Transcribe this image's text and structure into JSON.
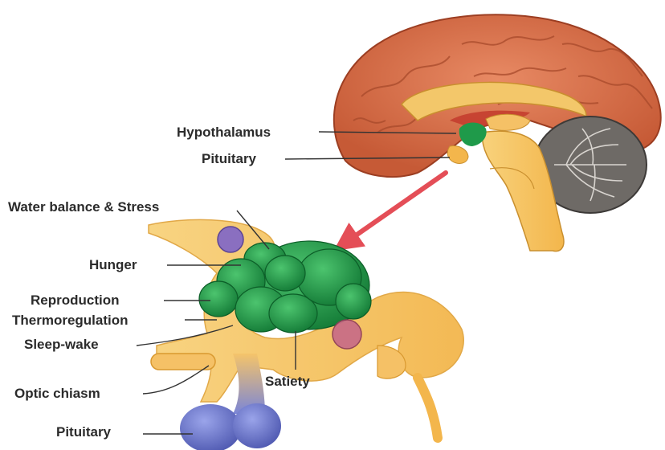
{
  "labels": {
    "hypothalamus": "Hypothalamus",
    "pituitary_top": "Pituitary",
    "water_balance_stress": "Water balance & Stress",
    "hunger": "Hunger",
    "reproduction": "Reproduction",
    "thermoregulation": "Thermoregulation",
    "sleep_wake": "Sleep-wake",
    "satiety": "Satiety",
    "optic_chiasm": "Optic chiasm",
    "pituitary_bottom": "Pituitary"
  },
  "colors": {
    "cerebrum": "#d9734f",
    "cerebrum_dark": "#b0472a",
    "corpus_callosum": "#f3c76a",
    "brainstem": "#f5c166",
    "cerebellum": "#6e6a66",
    "hypothalamus_green": "#1f9a4a",
    "arrow": "#e0303a",
    "pituitary_blue": "#6b78cc",
    "mammillary": "#c96e86",
    "purple_nucleus": "#8a6fc0"
  }
}
